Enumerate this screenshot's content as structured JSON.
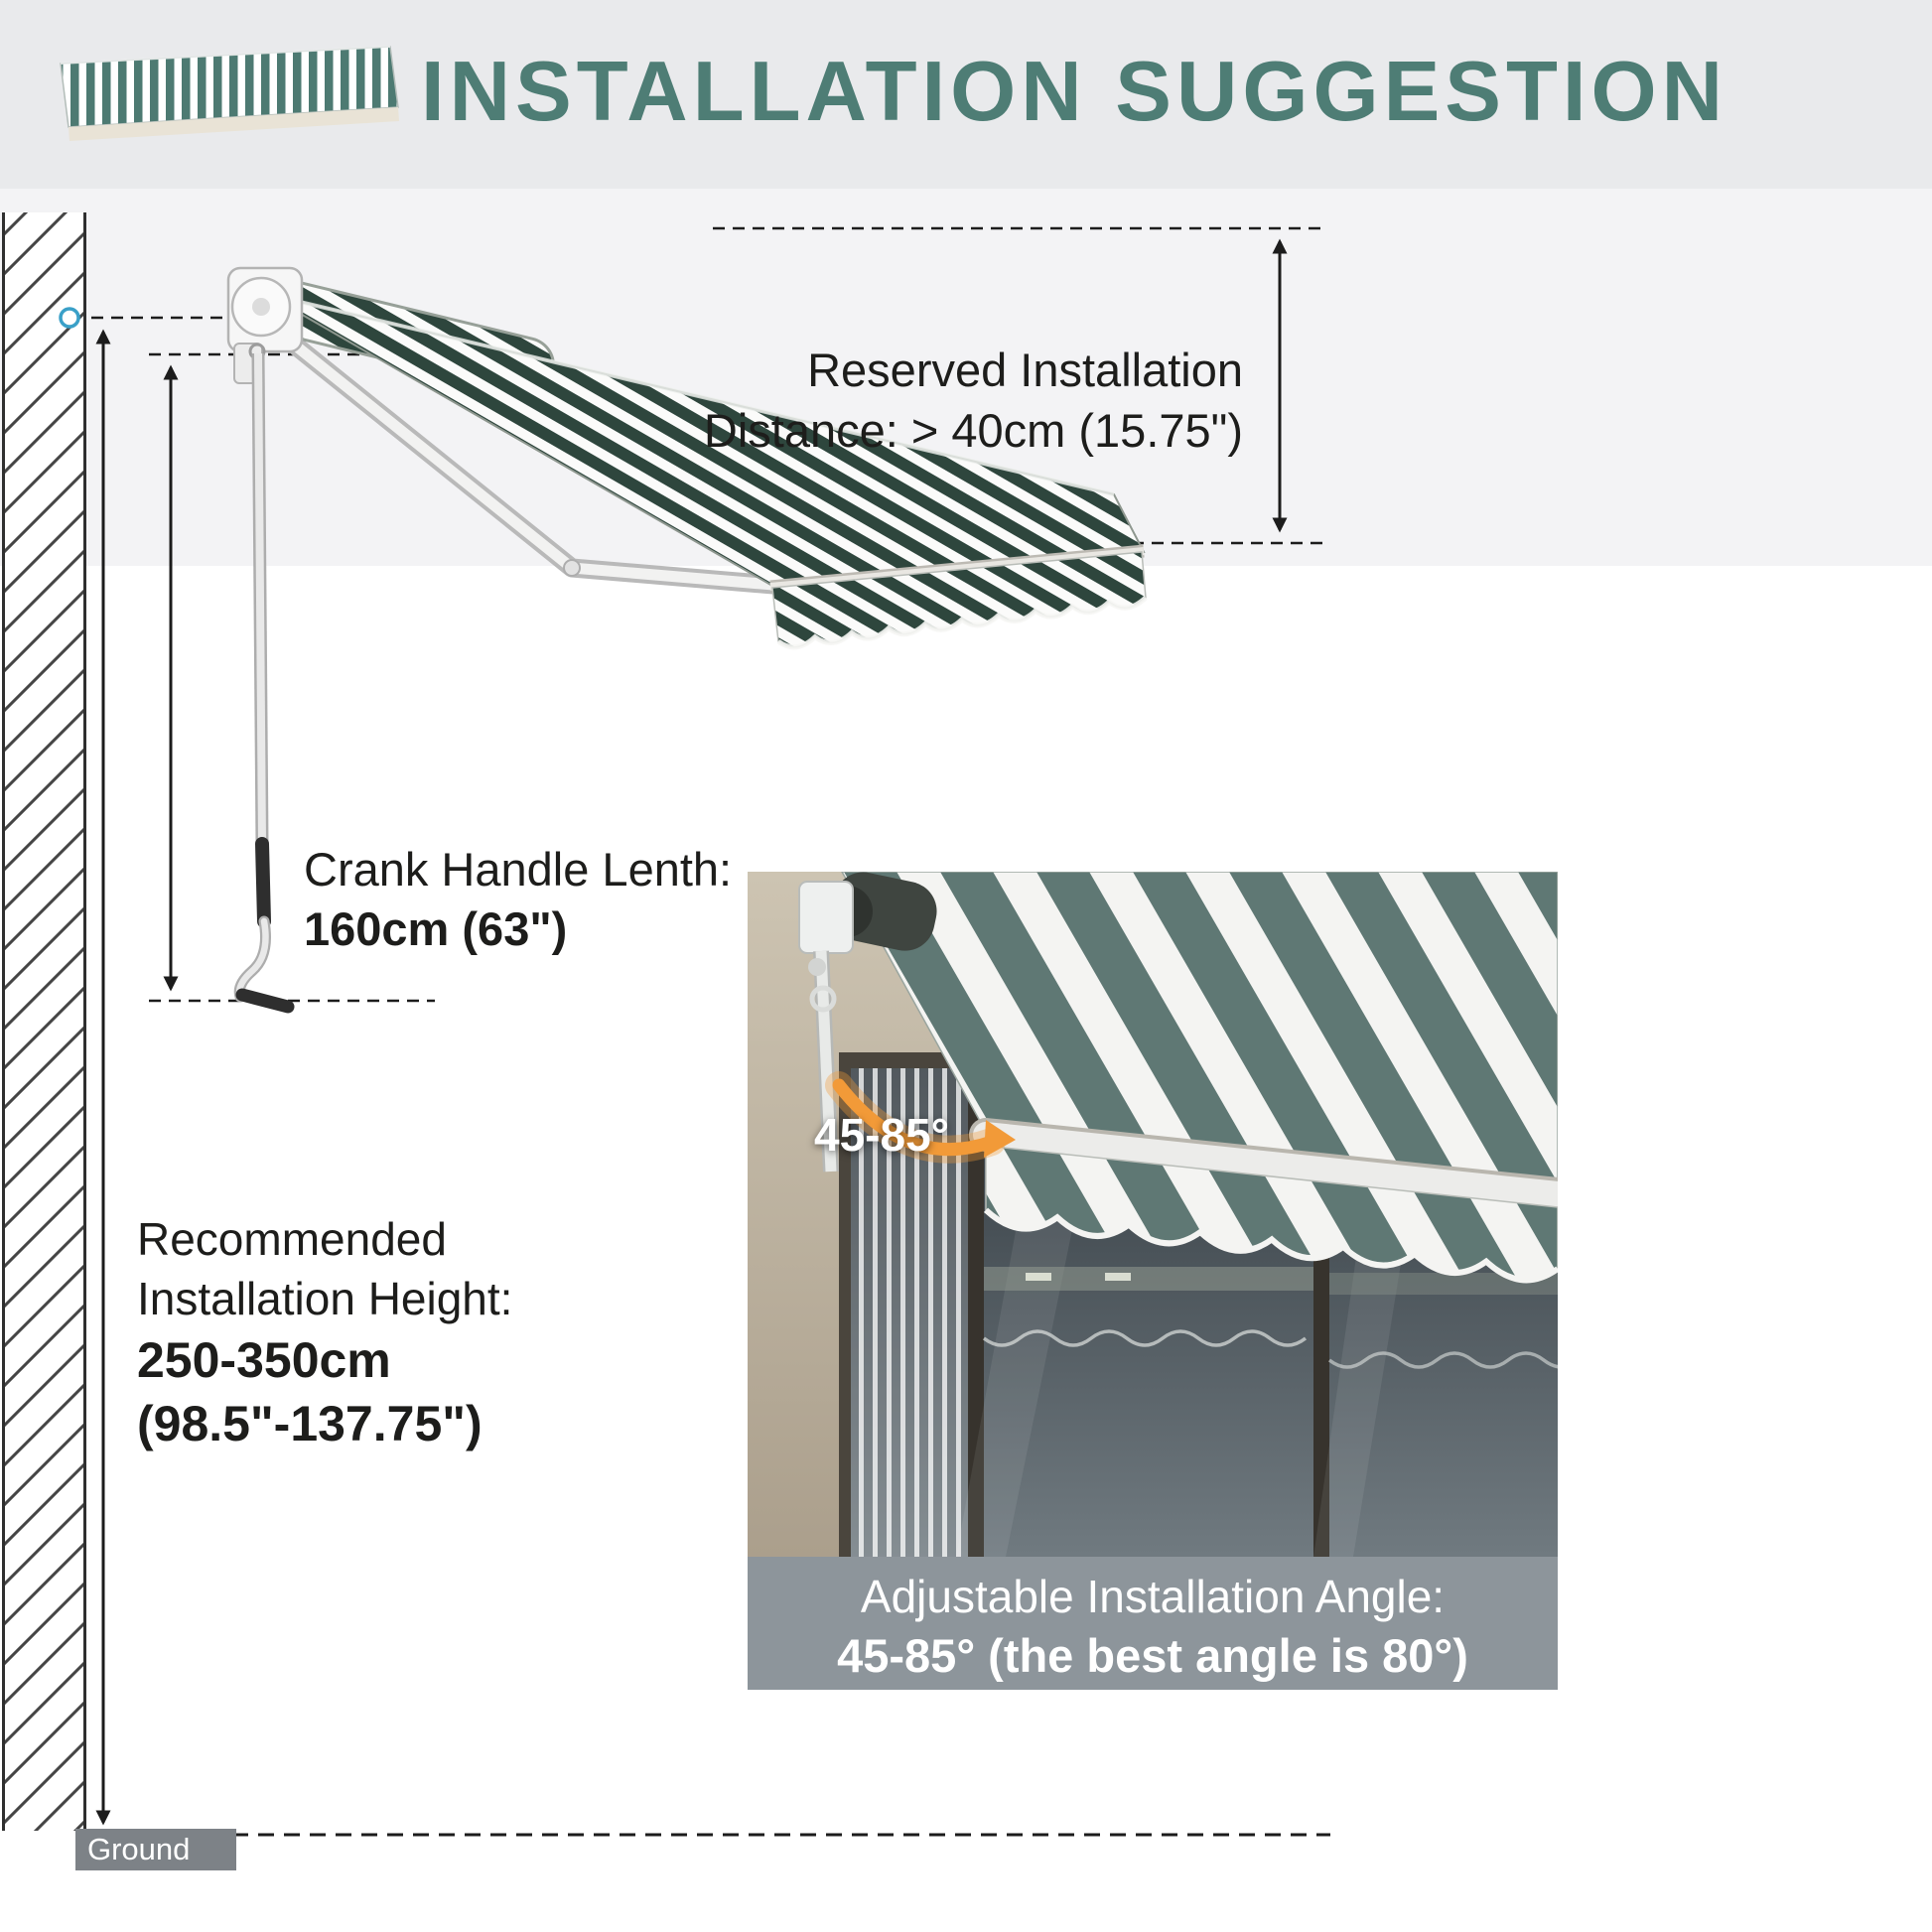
{
  "header": {
    "title": "INSTALLATION SUGGESTION"
  },
  "diagram": {
    "reserved_line1": "Reserved Installation",
    "reserved_line2": "Distance: > 40cm (15.75\")",
    "crank_line1": "Crank Handle Lenth:",
    "crank_line2": "160cm (63\")",
    "height_line1": "Recommended",
    "height_line2": "Installation Height:",
    "height_line3": "250-350cm",
    "height_line4": "(98.5\"-137.75\")",
    "ground_label": "Ground"
  },
  "inset": {
    "angle_badge": "45-85°",
    "caption_line1": "Adjustable Installation Angle:",
    "caption_line2": "45-85° (the best angle is 80°)"
  },
  "icons": {
    "header_icon": "striped-awning-icon",
    "mount_marker": "mount-point-ring",
    "angle_arc": "orange-angle-arc"
  },
  "colors": {
    "accent_teal": "#4E7D75",
    "header_bg": "#E9EAEC",
    "band_bg": "#F3F3F5",
    "awning_stripe_green": "#2E463D",
    "inset_stripe_teal": "#5F7874",
    "caption_bar": "#8D959B",
    "ground_box": "#7D8287",
    "angle_arc_orange": "#F29A38",
    "marker_blue": "#3AA0C8"
  }
}
